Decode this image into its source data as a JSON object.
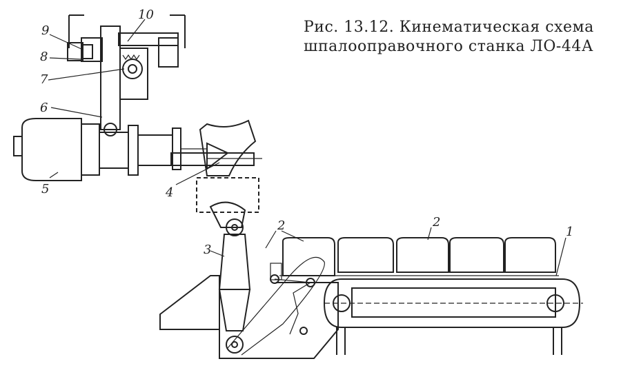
{
  "caption": {
    "line1": "Рис. 13.12. Кинематическая схема",
    "line2": "шпалооправочного станка ЛО-44А"
  },
  "labels": {
    "l1": "1",
    "l2a": "2",
    "l2b": "2",
    "l3": "3",
    "l4": "4",
    "l5": "5",
    "l6": "6",
    "l7": "7",
    "l8": "8",
    "l9": "9",
    "l10": "10"
  }
}
